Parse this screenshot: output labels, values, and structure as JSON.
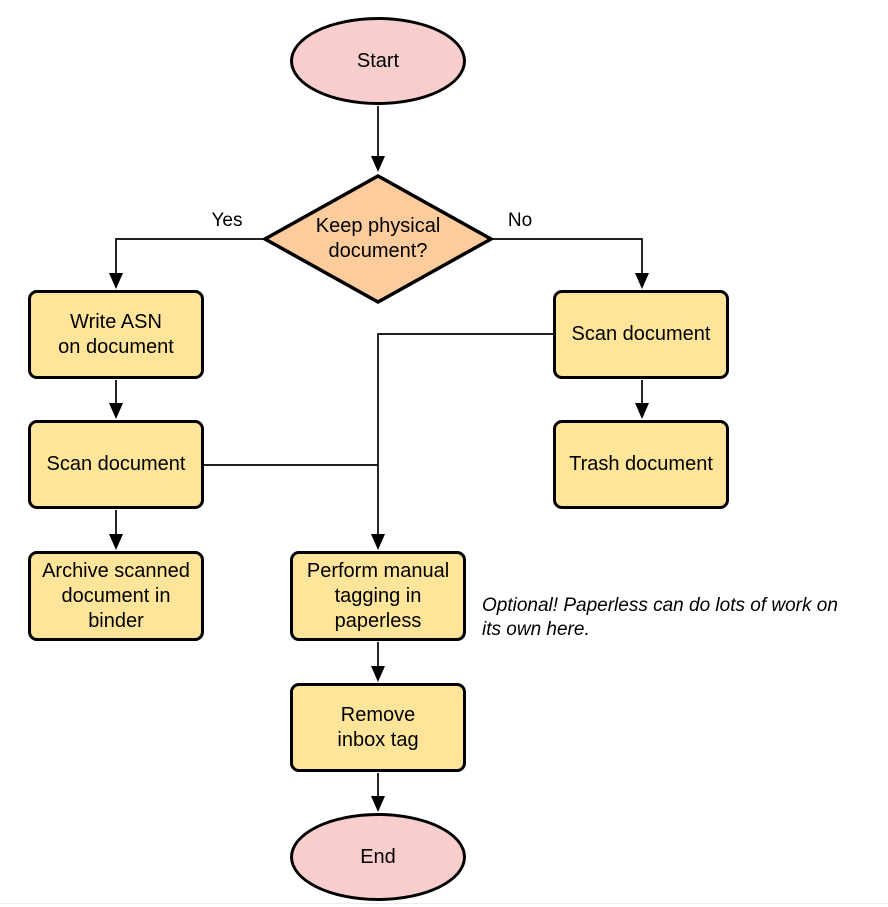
{
  "diagram": {
    "type": "flowchart",
    "nodes": {
      "start": {
        "label": "Start",
        "shape": "ellipse"
      },
      "decision": {
        "label": "Keep physical\ndocument?",
        "shape": "diamond"
      },
      "write_asn": {
        "label": "Write ASN\non document",
        "shape": "rounded-rect"
      },
      "scan_left": {
        "label": "Scan document",
        "shape": "rounded-rect"
      },
      "archive": {
        "label": "Archive scanned\ndocument in\nbinder",
        "shape": "rounded-rect"
      },
      "scan_right": {
        "label": "Scan document",
        "shape": "rounded-rect"
      },
      "trash": {
        "label": "Trash document",
        "shape": "rounded-rect"
      },
      "tagging": {
        "label": "Perform manual\ntagging in\npaperless",
        "shape": "rounded-rect"
      },
      "remove_inbox": {
        "label": "Remove\ninbox tag",
        "shape": "rounded-rect"
      },
      "end": {
        "label": "End",
        "shape": "ellipse"
      }
    },
    "edge_labels": {
      "yes": "Yes",
      "no": "No"
    },
    "annotation": "Optional! Paperless can do lots of work on\nits own here.",
    "colors": {
      "terminal_fill": "#f8cecc",
      "decision_fill": "#fccc9c",
      "process_fill": "#ffe599",
      "stroke": "#000000",
      "connector": "#000000"
    }
  }
}
